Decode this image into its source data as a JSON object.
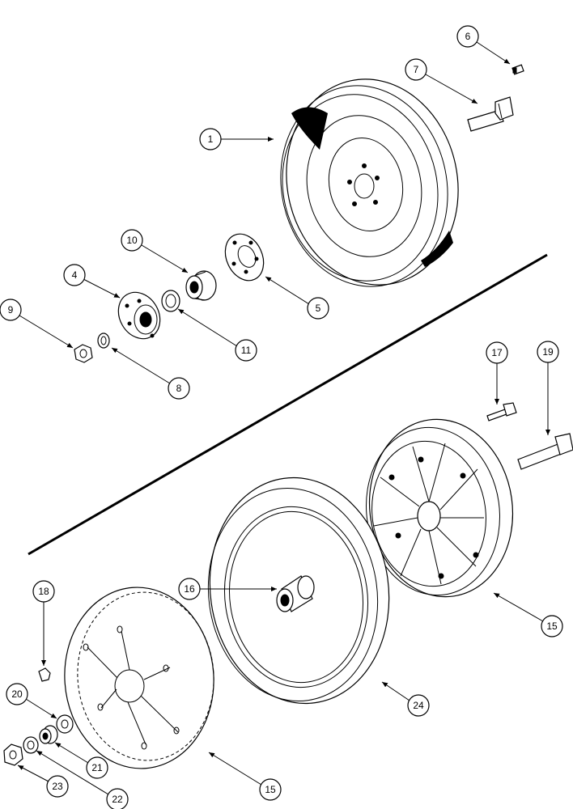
{
  "diagram": {
    "callouts": [
      {
        "id": "c1",
        "label": "1"
      },
      {
        "id": "c4",
        "label": "4"
      },
      {
        "id": "c5",
        "label": "5"
      },
      {
        "id": "c6",
        "label": "6"
      },
      {
        "id": "c7",
        "label": "7"
      },
      {
        "id": "c8",
        "label": "8"
      },
      {
        "id": "c9",
        "label": "9"
      },
      {
        "id": "c10",
        "label": "10"
      },
      {
        "id": "c11",
        "label": "11"
      },
      {
        "id": "c15a",
        "label": "15"
      },
      {
        "id": "c15b",
        "label": "15"
      },
      {
        "id": "c16",
        "label": "16"
      },
      {
        "id": "c17",
        "label": "17"
      },
      {
        "id": "c18",
        "label": "18"
      },
      {
        "id": "c19",
        "label": "19"
      },
      {
        "id": "c20",
        "label": "20"
      },
      {
        "id": "c21",
        "label": "21"
      },
      {
        "id": "c22",
        "label": "22"
      },
      {
        "id": "c23",
        "label": "23"
      },
      {
        "id": "c24",
        "label": "24"
      }
    ]
  }
}
